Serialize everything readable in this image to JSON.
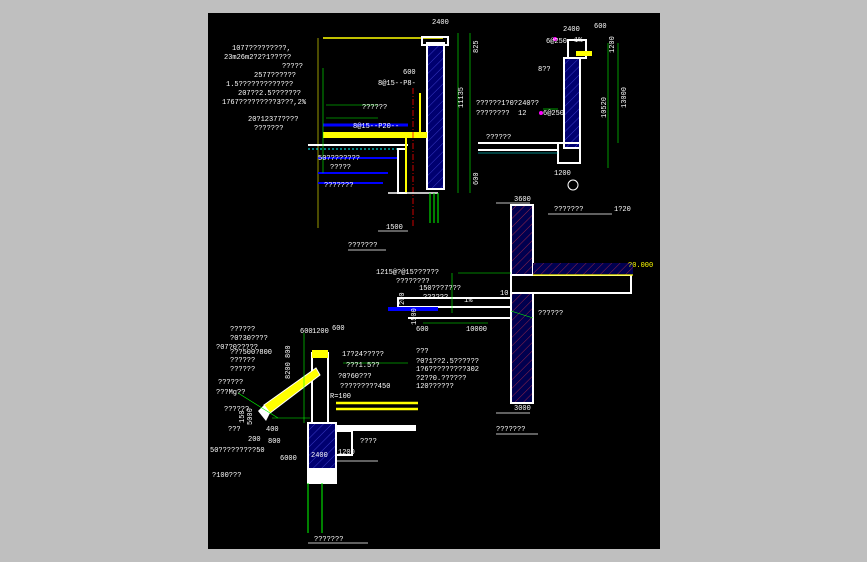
{
  "colors": {
    "background": "#bfbfbf",
    "sheet": "#000000",
    "wall": "#ffffff",
    "hatch": "#000080",
    "yellow": "#ffff00",
    "blue": "#0000ff",
    "green": "#00ff00",
    "cyan": "#00ffff",
    "red": "#ff0000",
    "magenta": "#ff00ff"
  },
  "detail1": {
    "notes": [
      "1077?????????,",
      "23m26m2?2?1?????",
      "?????",
      "2577??????",
      "1.5?????????????",
      "207??2.5???????",
      "1767?????????3???,2%",
      "20?12377????",
      "???????"
    ],
    "dims": [
      "2400",
      "600",
      "825",
      "11135",
      "600",
      "1500"
    ],
    "rebar": [
      "8@15--P8-",
      "8@15--P20--"
    ],
    "labels": [
      "??????",
      "50????????",
      "?????",
      "???????"
    ],
    "title": "???????"
  },
  "detail2": {
    "dims": [
      "2400",
      "600",
      "1200",
      "13000",
      "10520",
      "1200"
    ],
    "labels": [
      "6@250",
      "1%",
      "8??",
      "??????1?0?240??",
      "????????",
      "12",
      "6@250",
      "??????"
    ]
  },
  "detail3": {
    "notes": [
      "1215@?@15??????",
      "????????",
      "150???7???",
      "??????"
    ],
    "dims": [
      "3600",
      "600",
      "10000",
      "3000",
      "200",
      "1500",
      "10"
    ],
    "labels": [
      "1%",
      "??????",
      "???????",
      "1?20",
      "?0.000"
    ],
    "title": "???????"
  },
  "detail4": {
    "notes": [
      "??????",
      "?0?30????",
      "?07?0?????",
      "???500?800",
      "??????",
      "??????",
      "??????",
      "???Mg??",
      "??????",
      "???",
      "50?????????50",
      "?100???"
    ],
    "notes_right": [
      "17?24?????",
      "???1.5??",
      "?0?60???",
      "?????????450",
      "???",
      "?0?1??2.5??????",
      "1?6?????????302",
      "?2??0.??????",
      "120??????"
    ],
    "dims": [
      "600",
      "1200",
      "600",
      "800",
      "8200",
      "6000",
      "2400",
      "1200",
      "200",
      "800",
      "150",
      "5000",
      "400"
    ],
    "labels": [
      "R=100",
      "????"
    ],
    "title": "???????"
  }
}
